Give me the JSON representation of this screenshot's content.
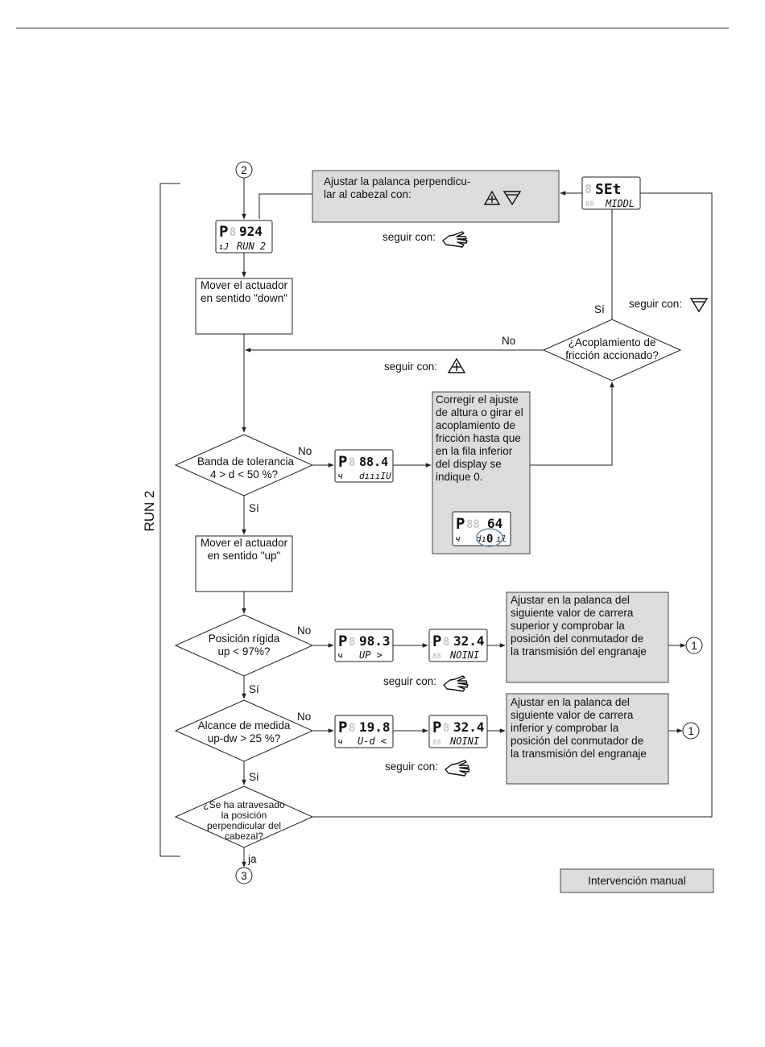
{
  "connectors": {
    "top": "2",
    "bottom": "3",
    "ref": "1"
  },
  "section_label": "RUN 2",
  "top_box": {
    "line1": "Ajustar la palanca perpendicu-",
    "line2": "lar al cabezal con:"
  },
  "continue_label": "seguir con:",
  "displays": {
    "run2": {
      "top": "P",
      "ghost": "8",
      "value": "924",
      "bottom_left": "↕J",
      "bottom": "RUN 2"
    },
    "set": {
      "ghost": "8",
      "top": "SEt",
      "ghost2": "88",
      "bottom": "MIDDL"
    },
    "tol": {
      "top": "P",
      "ghost": "8",
      "value": "88.4",
      "bottom_left": "ч",
      "bottom": "dıııIU"
    },
    "corr": {
      "top": "P",
      "ghost": "88",
      "value": "64",
      "bottom_left": "ч",
      "bottom": "dı",
      "highlight": "0",
      "bottom_tail": "ıl"
    },
    "up": {
      "top": "P",
      "ghost": "8",
      "value": "98.3",
      "bottom_left": "ч",
      "bottom": "UP  >"
    },
    "noini1": {
      "top": "P",
      "ghost": "8",
      "value": "32.4",
      "ghost2": "88",
      "bottom": "NOINI"
    },
    "ud": {
      "top": "P",
      "ghost": "8",
      "value": "19.8",
      "bottom_left": "ч",
      "bottom": "U-d  <"
    },
    "noini2": {
      "top": "P",
      "ghost": "8",
      "value": "32.4",
      "ghost2": "88",
      "bottom": "NOINI"
    }
  },
  "boxes": {
    "mover_down": [
      "Mover el actuador",
      "en sentido \"down\""
    ],
    "mover_up": [
      "Mover el actuador",
      "en sentido \"up\""
    ],
    "corregir": [
      "Corregir el ajuste",
      "de altura o girar el",
      "acoplamiento de",
      "fricción hasta que",
      "en la fila inferior",
      "del display se",
      "indique 0."
    ],
    "superior": [
      "Ajustar en la palanca del",
      "siguiente valor de carrera",
      "superior y comprobar la",
      "posición del conmutador de",
      "la transmisión del engranaje"
    ],
    "inferior": [
      "Ajustar en la palanca del",
      "siguiente valor de carrera",
      "inferior y comprobar la",
      "posición del conmutador de",
      "la transmisión del engranaje"
    ]
  },
  "decisions": {
    "acoplamiento": [
      "¿Acoplamiento de",
      "fricción accionado?"
    ],
    "banda": [
      "Banda de tolerancia",
      "4 > d < 50 %?"
    ],
    "posicion": [
      "Posición rígida",
      "up < 97%?"
    ],
    "alcance": [
      "Alcance de medida",
      "up-dw > 25 %?"
    ],
    "atravesado": [
      "¿Se ha atravesado",
      "la posición",
      "perpendicular del",
      "cabezal?"
    ]
  },
  "labels": {
    "yes": "Sí",
    "no": "No",
    "ja": "ja"
  },
  "legend": "Intervención manual"
}
